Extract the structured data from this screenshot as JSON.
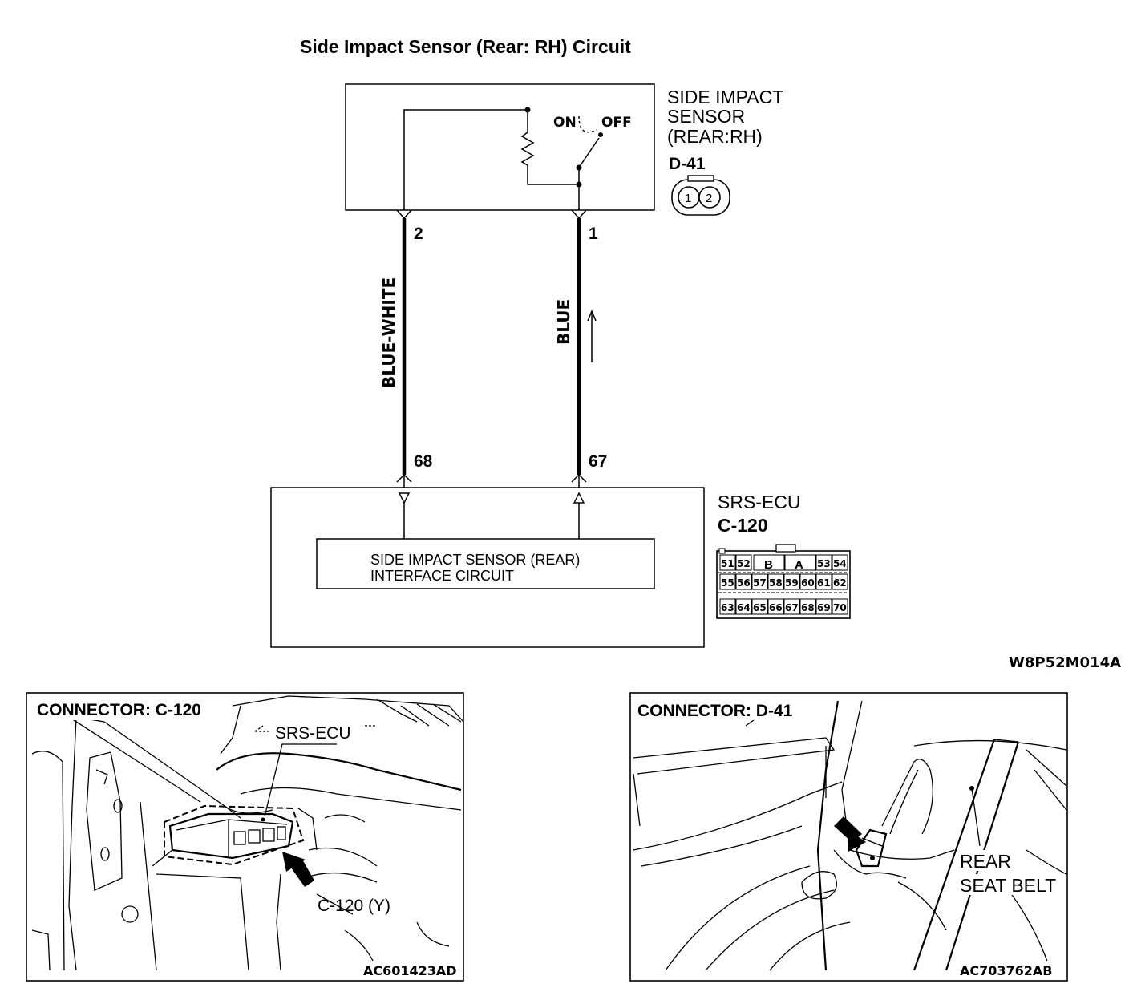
{
  "diagram": {
    "title": "Side Impact Sensor (Rear: RH) Circuit",
    "code": "W8P52M014A"
  },
  "sensor": {
    "name_line1": "SIDE IMPACT",
    "name_line2": "SENSOR",
    "name_line3": "(REAR:RH)",
    "connector_id": "D-41",
    "switch_on": "ON",
    "switch_off": "OFF",
    "pin_left": "2",
    "pin_right": "1",
    "connector_pins": [
      "1",
      "2"
    ]
  },
  "wires": {
    "left_color": "BLUE-WHITE",
    "right_color": "BLUE"
  },
  "ecu": {
    "name": "SRS-ECU",
    "connector_id": "C-120",
    "pin_left": "68",
    "pin_right": "67",
    "interface_line1": "SIDE IMPACT SENSOR (REAR)",
    "interface_line2": "INTERFACE CIRCUIT",
    "connector_grid": {
      "row1_left": [
        "51",
        "52"
      ],
      "row1_mid": [
        "B",
        "A"
      ],
      "row1_right": [
        "53",
        "54"
      ],
      "row2": [
        "55",
        "56",
        "57",
        "58",
        "59",
        "60",
        "61",
        "62"
      ],
      "row3": [
        "63",
        "64",
        "65",
        "66",
        "67",
        "68",
        "69",
        "70"
      ]
    }
  },
  "photo_left": {
    "caption": "CONNECTOR: C-120",
    "label_part": "SRS-ECU",
    "label_connector": "C-120 (Y)",
    "code": "AC601423AD"
  },
  "photo_right": {
    "caption": "CONNECTOR: D-41",
    "label_line1": "REAR",
    "label_line2": "SEAT BELT",
    "code": "AC703762AB"
  }
}
